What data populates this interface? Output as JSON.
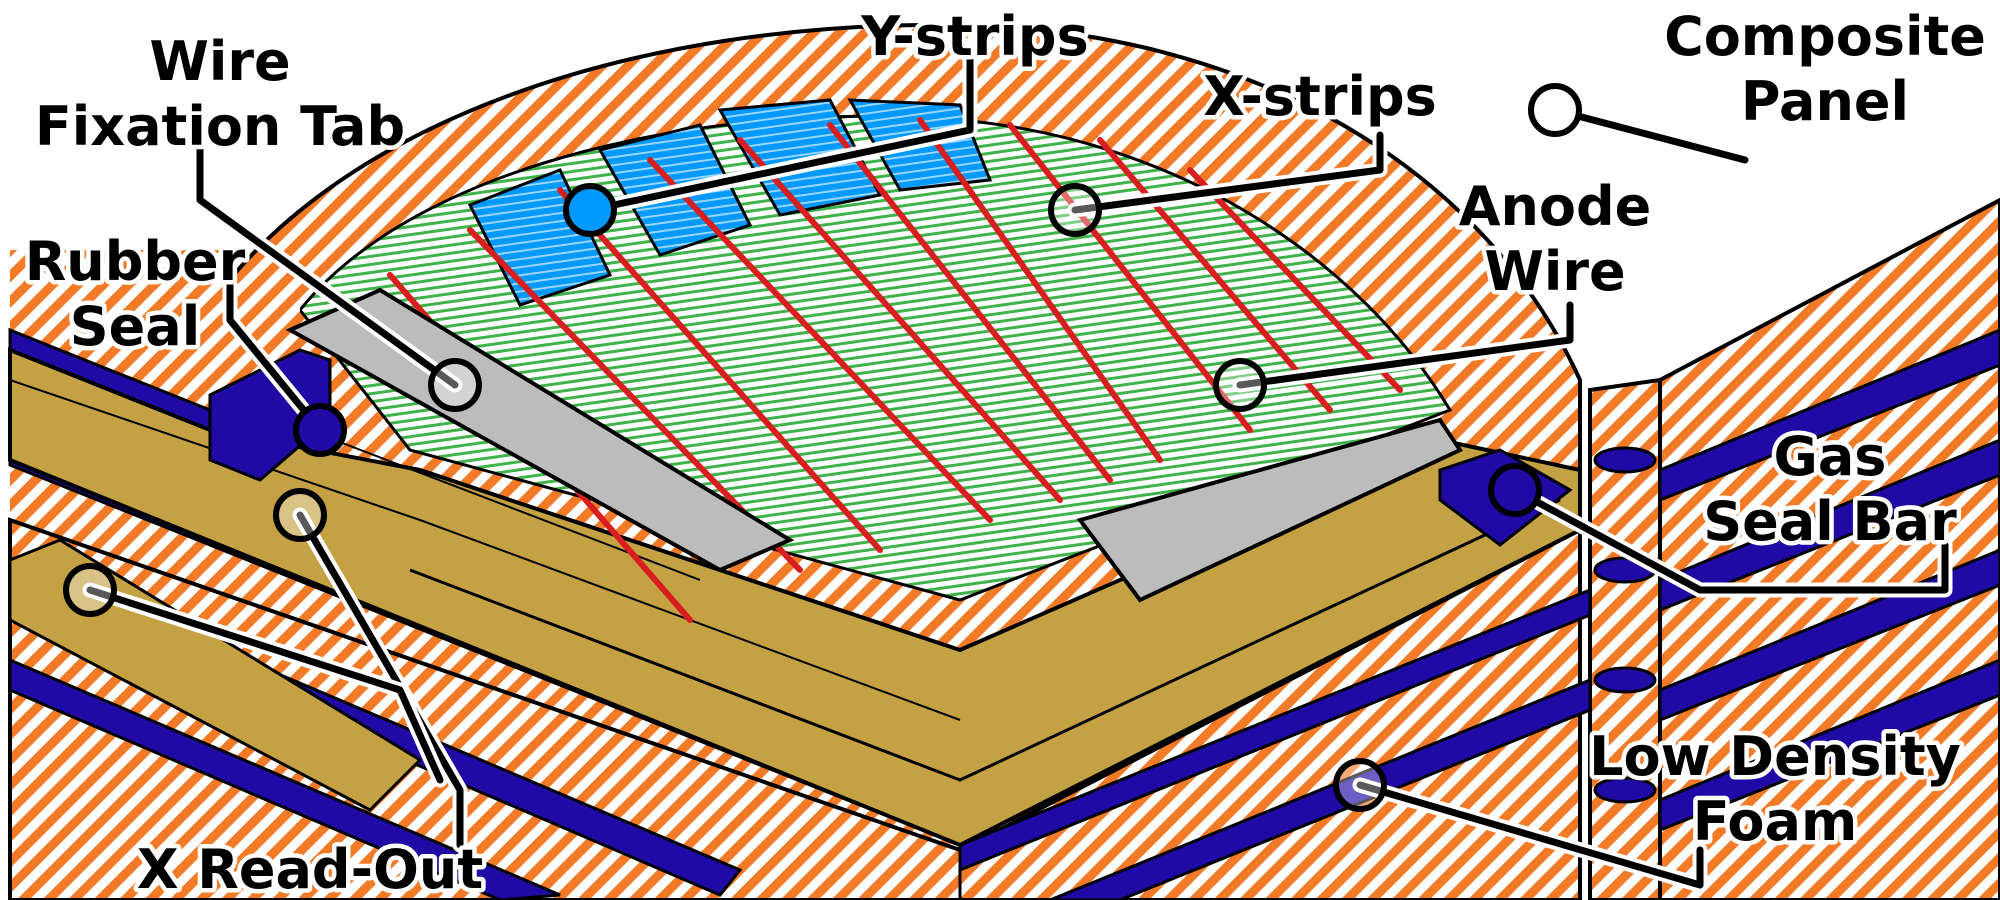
{
  "labels": {
    "y_strips": "Y-strips",
    "x_strips": "X-strips",
    "composite_panel_1": "Composite",
    "composite_panel_2": "Panel",
    "wire_fixation_tab_1": "Wire",
    "wire_fixation_tab_2": "Fixation Tab",
    "rubber_seal_1": "Rubber",
    "rubber_seal_2": "Seal",
    "anode_wire_1": "Anode",
    "anode_wire_2": "Wire",
    "gas_seal_bar_1": "Gas",
    "gas_seal_bar_2": "Seal Bar",
    "low_density_foam_1": "Low Density",
    "low_density_foam_2": "Foam",
    "x_readout": "X Read-Out"
  },
  "colors": {
    "composite_orange": "#f37b28",
    "foam_navy": "#1f0aa6",
    "pcb_gold": "#c4a244",
    "y_strip_blue": "#0099ff",
    "x_strip_green": "#3fb34a",
    "anode_red": "#d81e1e",
    "tab_gray": "#bcbcbc"
  }
}
